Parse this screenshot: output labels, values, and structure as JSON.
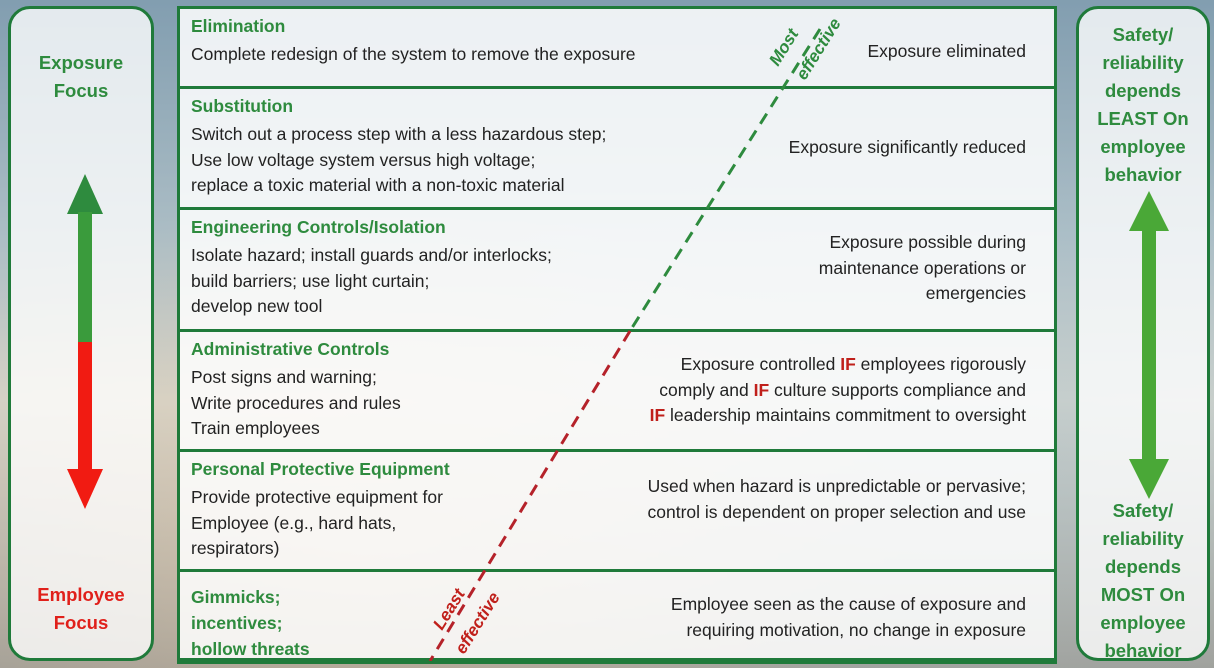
{
  "left_panel": {
    "top_label": [
      "Exposure",
      "Focus"
    ],
    "bottom_label": [
      "Employee",
      "Focus"
    ]
  },
  "right_panel": {
    "top_label": [
      "Safety/",
      "reliability",
      "depends",
      "LEAST On",
      "employee",
      "behavior"
    ],
    "bottom_label": [
      "Safety/",
      "reliability",
      "depends",
      "MOST On",
      "employee",
      "behavior"
    ]
  },
  "effectiveness": {
    "most_label": [
      "Most",
      "effective"
    ],
    "least_label": [
      "Least",
      "effective"
    ]
  },
  "rows": [
    {
      "title": "Elimination",
      "desc": [
        "Complete redesign of the system to remove the exposure"
      ],
      "result": [
        "Exposure eliminated"
      ]
    },
    {
      "title": "Substitution",
      "desc": [
        "Switch out a process step with a less hazardous step;",
        "Use low voltage system versus high voltage;",
        "replace a toxic material with a non-toxic material"
      ],
      "result": [
        "Exposure significantly reduced"
      ]
    },
    {
      "title": "Engineering Controls/Isolation",
      "desc": [
        "Isolate hazard; install guards and/or interlocks;",
        "build barriers; use light curtain;",
        "develop new tool"
      ],
      "result": [
        "Exposure possible during",
        "maintenance operations or",
        "emergencies"
      ]
    },
    {
      "title": "Administrative Controls",
      "desc": [
        "Post signs and warning;",
        "Write procedures and rules",
        "Train employees"
      ],
      "result_parts": {
        "line1_a": "Exposure controlled ",
        "if": "IF",
        "line1_b": " employees rigorously",
        "line2_a": "comply and ",
        "line2_b": " culture supports compliance and",
        "line3_b": " leadership maintains commitment to oversight"
      }
    },
    {
      "title": "Personal Protective Equipment",
      "desc": [
        "Provide protective equipment for",
        "Employee (e.g., hard hats,",
        "respirators)"
      ],
      "result": [
        "Used when hazard is unpredictable or pervasive;",
        "control is dependent on proper selection and use"
      ]
    },
    {
      "title_lines": [
        "Gimmicks;",
        "incentives;",
        "hollow threats"
      ],
      "result": [
        "Employee seen as the cause of exposure and",
        "requiring motivation, no change in exposure"
      ]
    }
  ],
  "colors": {
    "green": "#2e8b3e",
    "red": "#e0201b",
    "border": "#1f7a3a"
  }
}
